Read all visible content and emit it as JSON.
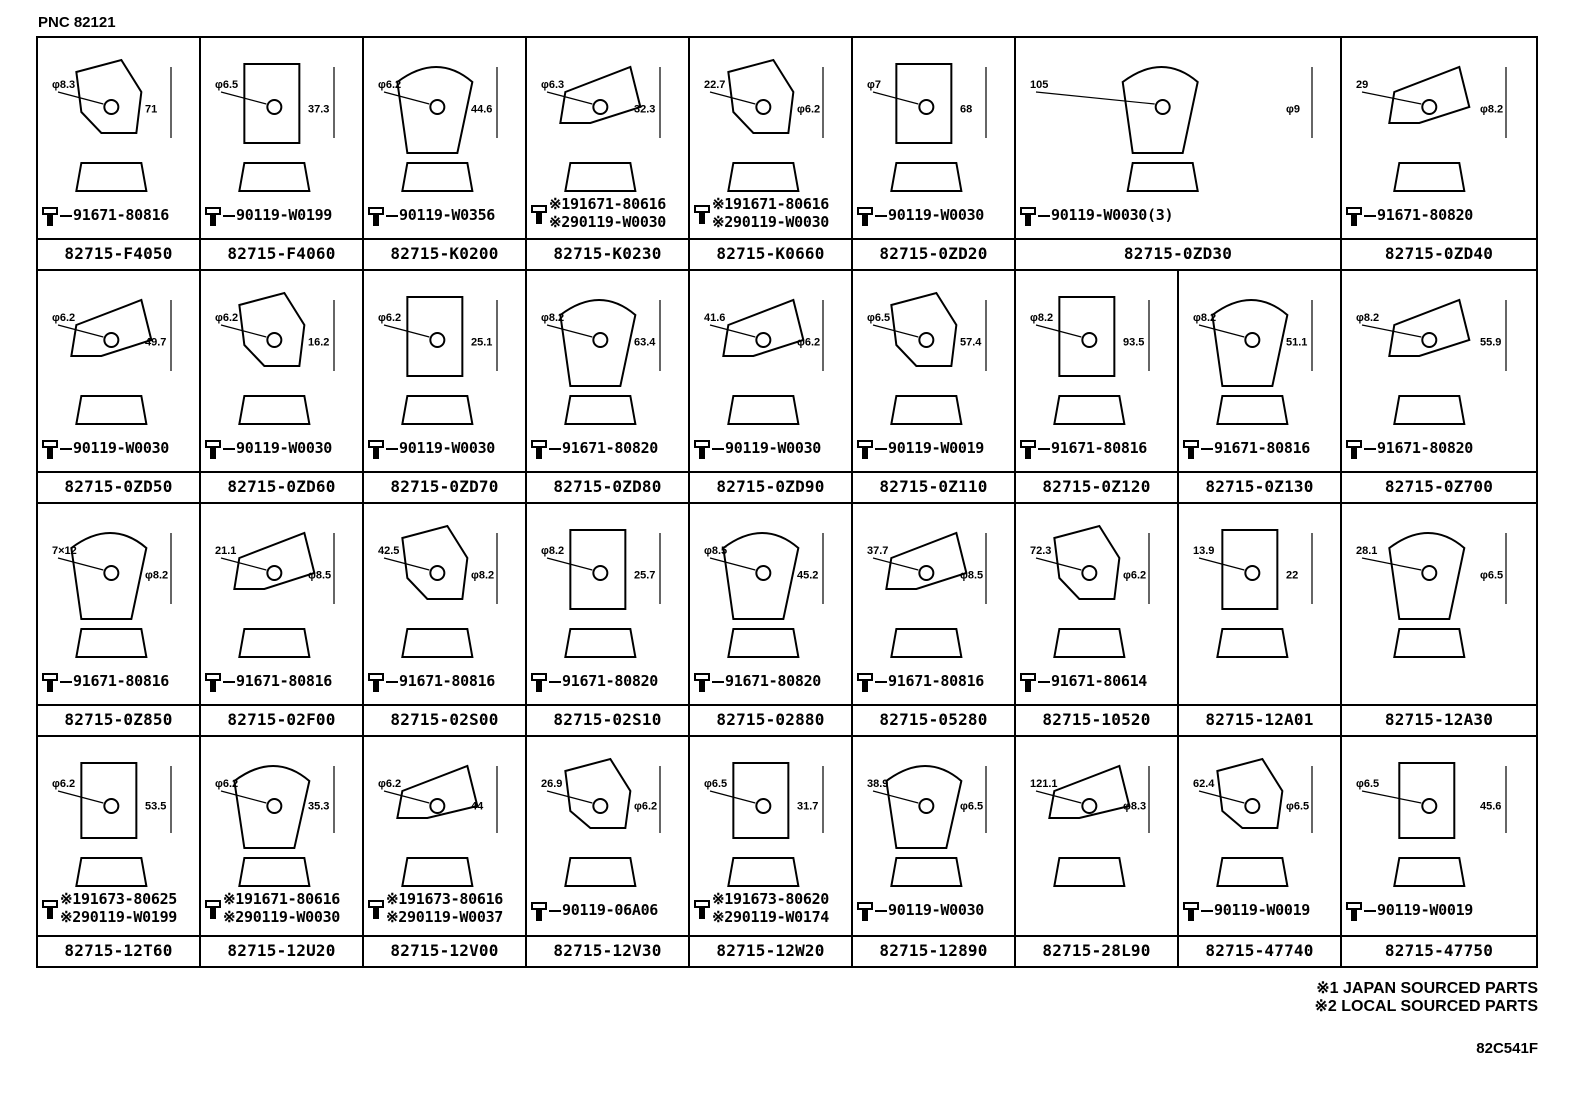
{
  "pnc": "PNC 82121",
  "rows": [
    [
      {
        "part": "82715-F4050",
        "fasteners": [
          "91671-80816"
        ],
        "dims": [
          "φ8.3",
          "71"
        ]
      },
      {
        "part": "82715-F4060",
        "fasteners": [
          "90119-W0199"
        ],
        "dims": [
          "φ6.5",
          "37.3"
        ]
      },
      {
        "part": "82715-K0200",
        "fasteners": [
          "90119-W0356"
        ],
        "dims": [
          "φ6.2",
          "44.6"
        ]
      },
      {
        "part": "82715-K0230",
        "fasteners": [
          "※191671-80616",
          "※290119-W0030"
        ],
        "dims": [
          "φ6.3",
          "32.3"
        ]
      },
      {
        "part": "82715-K0660",
        "fasteners": [
          "※191671-80616",
          "※290119-W0030"
        ],
        "dims": [
          "22.7",
          "φ6.2"
        ]
      },
      {
        "part": "82715-0ZD20",
        "fasteners": [
          "90119-W0030"
        ],
        "dims": [
          "φ7",
          "68"
        ]
      },
      {
        "part": "82715-0ZD30",
        "fasteners": [
          "90119-W0030(3)"
        ],
        "dims": [
          "105",
          "φ9"
        ]
      },
      {
        "part": "82715-0ZD40",
        "fasteners": [
          "91671-80820"
        ],
        "dims": [
          "29",
          "φ8.2"
        ]
      }
    ],
    [
      {
        "part": "82715-0ZD50",
        "fasteners": [
          "90119-W0030"
        ],
        "dims": [
          "φ6.2",
          "49.7"
        ]
      },
      {
        "part": "82715-0ZD60",
        "fasteners": [
          "90119-W0030"
        ],
        "dims": [
          "φ6.2",
          "16.2"
        ]
      },
      {
        "part": "82715-0ZD70",
        "fasteners": [
          "90119-W0030"
        ],
        "dims": [
          "φ6.2",
          "25.1"
        ]
      },
      {
        "part": "82715-0ZD80",
        "fasteners": [
          "91671-80820"
        ],
        "dims": [
          "φ8.2",
          "63.4"
        ]
      },
      {
        "part": "82715-0ZD90",
        "fasteners": [
          "90119-W0030"
        ],
        "dims": [
          "41.6",
          "φ6.2"
        ]
      },
      {
        "part": "82715-0Z110",
        "fasteners": [
          "90119-W0019"
        ],
        "dims": [
          "φ6.5",
          "57.4"
        ]
      },
      {
        "part": "82715-0Z120",
        "fasteners": [
          "91671-80816"
        ],
        "dims": [
          "φ8.2",
          "93.5"
        ]
      },
      {
        "part": "82715-0Z130",
        "fasteners": [
          "91671-80816"
        ],
        "dims": [
          "φ8.2",
          "51.1"
        ]
      },
      {
        "part": "82715-0Z700",
        "fasteners": [
          "91671-80820"
        ],
        "dims": [
          "φ8.2",
          "55.9"
        ]
      }
    ],
    [
      {
        "part": "82715-0Z850",
        "fasteners": [
          "91671-80816"
        ],
        "dims": [
          "7×12",
          "φ8.2"
        ]
      },
      {
        "part": "82715-02F00",
        "fasteners": [
          "91671-80816"
        ],
        "dims": [
          "21.1",
          "φ8.5"
        ]
      },
      {
        "part": "82715-02S00",
        "fasteners": [
          "91671-80816"
        ],
        "dims": [
          "42.5",
          "φ8.2"
        ]
      },
      {
        "part": "82715-02S10",
        "fasteners": [
          "91671-80820"
        ],
        "dims": [
          "φ8.2",
          "25.7"
        ]
      },
      {
        "part": "82715-02880",
        "fasteners": [
          "91671-80820"
        ],
        "dims": [
          "φ8.5",
          "45.2"
        ]
      },
      {
        "part": "82715-05280",
        "fasteners": [
          "91671-80816"
        ],
        "dims": [
          "37.7",
          "φ8.5"
        ]
      },
      {
        "part": "82715-10520",
        "fasteners": [
          "91671-80614"
        ],
        "dims": [
          "72.3",
          "φ6.2"
        ]
      },
      {
        "part": "82715-12A01",
        "fasteners": [],
        "dims": [
          "13.9",
          "22"
        ]
      },
      {
        "part": "82715-12A30",
        "fasteners": [],
        "dims": [
          "28.1",
          "φ6.5"
        ]
      }
    ],
    [
      {
        "part": "82715-12T60",
        "fasteners": [
          "※191673-80625",
          "※290119-W0199"
        ],
        "dims": [
          "φ6.2",
          "53.5"
        ]
      },
      {
        "part": "82715-12U20",
        "fasteners": [
          "※191671-80616",
          "※290119-W0030"
        ],
        "dims": [
          "φ6.2",
          "35.3"
        ]
      },
      {
        "part": "82715-12V00",
        "fasteners": [
          "※191673-80616",
          "※290119-W0037"
        ],
        "dims": [
          "φ6.2",
          "44"
        ]
      },
      {
        "part": "82715-12V30",
        "fasteners": [
          "90119-06A06"
        ],
        "dims": [
          "26.9",
          "φ6.2"
        ]
      },
      {
        "part": "82715-12W20",
        "fasteners": [
          "※191673-80620",
          "※290119-W0174"
        ],
        "dims": [
          "φ6.5",
          "31.7"
        ]
      },
      {
        "part": "82715-12890",
        "fasteners": [
          "90119-W0030"
        ],
        "dims": [
          "38.9",
          "φ6.5"
        ]
      },
      {
        "part": "82715-28L90",
        "fasteners": [],
        "dims": [
          "121.1",
          "φ8.3"
        ]
      },
      {
        "part": "82715-47740",
        "fasteners": [
          "90119-W0019"
        ],
        "dims": [
          "62.4",
          "φ6.5"
        ]
      },
      {
        "part": "82715-47750",
        "fasteners": [
          "90119-W0019"
        ],
        "dims": [
          "φ6.5",
          "45.6"
        ]
      }
    ]
  ],
  "legend": [
    "※1 JAPAN SOURCED PARTS",
    "※2 LOCAL SOURCED PARTS"
  ],
  "code": "82C541F"
}
